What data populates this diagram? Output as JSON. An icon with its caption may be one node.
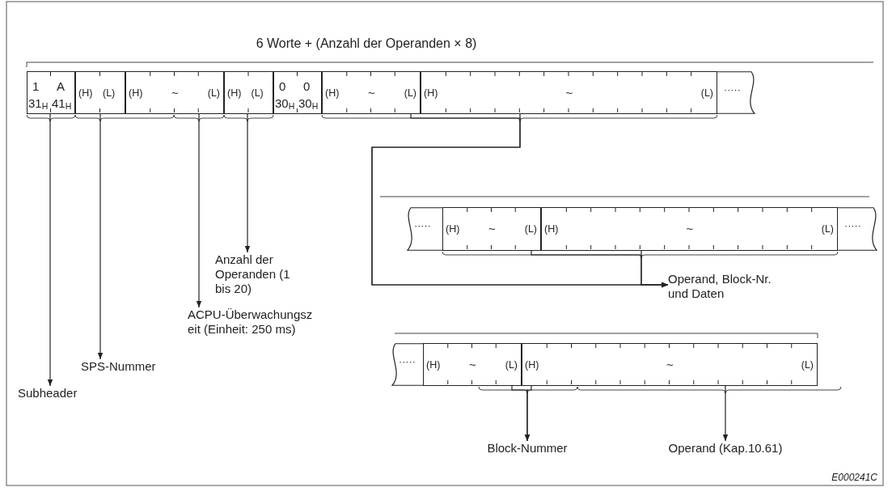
{
  "diagram": {
    "title": "6 Worte + (Anzahl der Operanden × 8)",
    "nodes": [
      {
        "text": [
          "1",
          "A",
          "31$_{H}$",
          "41$_{H}$"
        ]
      },
      {
        "text": [
          "(H)",
          "(L)"
        ]
      },
      {
        "text": [
          "(H)",
          "~",
          "(L)"
        ]
      },
      {
        "text": [
          "(H)",
          "(L)"
        ]
      },
      {
        "text": [
          "0",
          "0",
          "30$_{H}$",
          "30$_{H}$"
        ]
      },
      {
        "text": [
          "(H)",
          "~",
          "(L)"
        ]
      },
      {
        "text": [
          "(H)",
          "~",
          "(L)"
        ]
      },
      {
        "text": [
          "·····"
        ]
      },
      {
        "text": [
          "·····"
        ]
      },
      {
        "text": [
          "(H)",
          "~",
          "(L)"
        ]
      },
      {
        "text": [
          "(H)",
          "~",
          "(L)"
        ]
      },
      {
        "text": [
          "·····"
        ]
      },
      {
        "text": [
          "·····"
        ]
      },
      {
        "text": [
          "(H)",
          "~",
          "(L)"
        ]
      },
      {
        "text": [
          "(H)",
          "~",
          "(L)"
        ]
      },
      {
        "text": [
          "Subheader"
        ]
      },
      {
        "text": [
          "SPS-Nummer"
        ]
      },
      {
        "text": [
          "ACPU-Überwachungsz eit (Einheit: 250 ms)"
        ]
      },
      {
        "text": [
          "Anzahl der Operanden (1 bis 20)"
        ]
      },
      {
        "text": [
          "Operand, Block-Nr. und Daten"
        ]
      },
      {
        "text": [
          "Block-Nummer"
        ]
      },
      {
        "text": [
          "Operand (Kap.10.61)"
        ]
      }
    ],
    "edges": [
      {
        "from": 0,
        "to": 15,
        "arrow": "to"
      },
      {
        "from": 1,
        "to": 16,
        "arrow": "to"
      },
      {
        "from": 2,
        "to": 17,
        "arrow": "to"
      },
      {
        "from": 3,
        "to": 18,
        "arrow": "to"
      },
      {
        "from": 5,
        "to": 19,
        "arrow": "to"
      },
      {
        "from": 6,
        "to": 19,
        "arrow": "to"
      },
      {
        "from": 9,
        "to": 19,
        "arrow": "to"
      },
      {
        "from": 10,
        "to": 19,
        "arrow": "to"
      },
      {
        "from": 13,
        "to": 20,
        "arrow": "to"
      },
      {
        "from": 14,
        "to": 20,
        "arrow": "to"
      },
      {
        "from": 14,
        "to": 21,
        "arrow": "to"
      }
    ],
    "labels": [
      "E000241C"
    ]
  }
}
